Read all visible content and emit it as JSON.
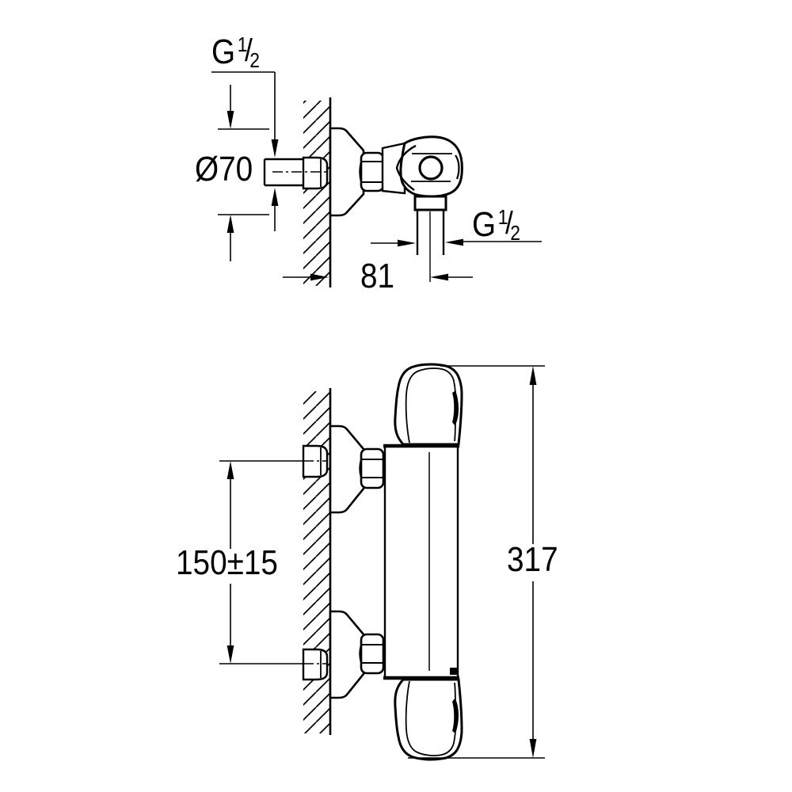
{
  "drawing": {
    "description": "Two-view technical dimension drawing of a wall-mounted thermostatic shower mixer",
    "views": [
      "upper-side-view-with-outlet",
      "lower-profile-view-with-connections"
    ]
  },
  "labels": {
    "inlet_thread": {
      "prefix": "G",
      "numerator": "1",
      "slash": "/",
      "denominator": "2"
    },
    "escutcheon_diameter": "Ø70",
    "outlet_thread": {
      "prefix": "G",
      "numerator": "1",
      "slash": "/",
      "denominator": "2"
    },
    "outlet_to_wall": "81",
    "connection_spacing": "150±15",
    "overall_height": "317"
  },
  "colors": {
    "line": "#000000",
    "background": "#ffffff"
  }
}
